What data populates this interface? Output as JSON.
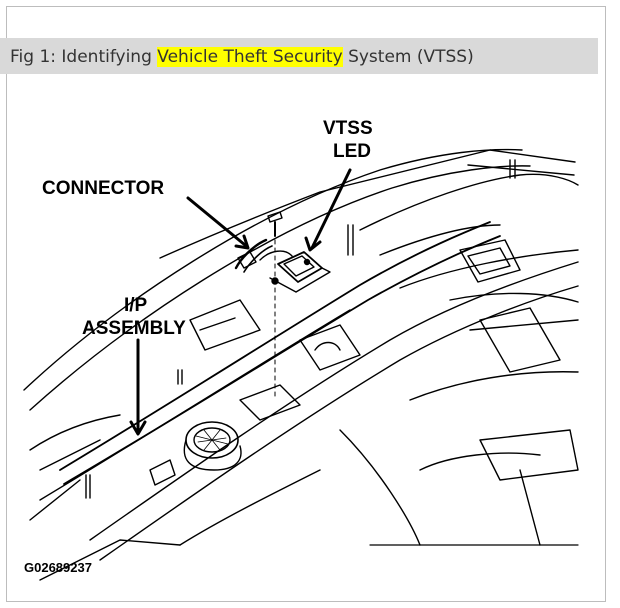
{
  "figure": {
    "caption_prefix": "Fig 1: Identifying ",
    "caption_highlight": "Vehicle Theft Security",
    "caption_suffix": " System (VTSS)",
    "highlight_color": "#ffff00"
  },
  "labels": {
    "vtss_line1": "VTSS",
    "vtss_line2": "LED",
    "connector": "CONNECTOR",
    "ip_line1": "I/P",
    "ip_line2": "ASSEMBLY"
  },
  "code": "G02689237"
}
